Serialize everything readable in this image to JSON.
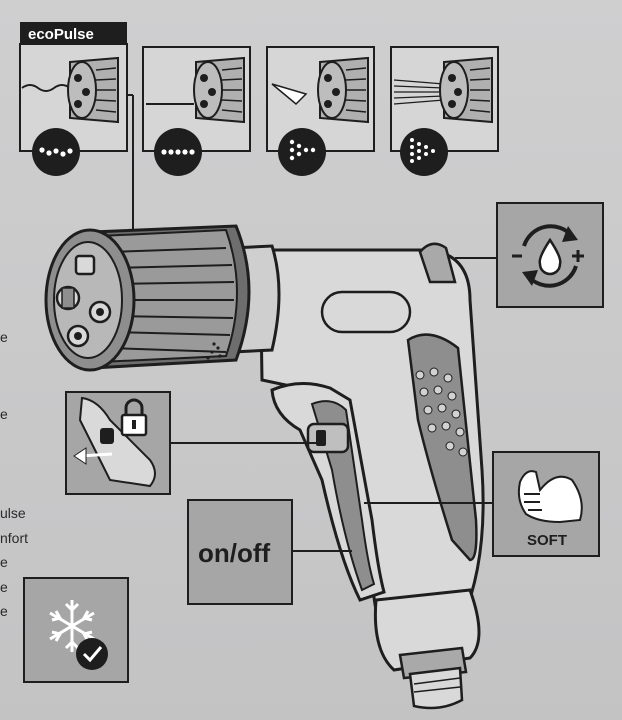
{
  "brand_tag": "ecoPulse",
  "onoff_label": "on/off",
  "soft_label": "SOFT",
  "side_text": [
    "e",
    "e",
    "ulse",
    "nfort",
    "e",
    "e",
    "e"
  ],
  "colors": {
    "background": "#c9c9ca",
    "outline": "#1e1e1e",
    "panel": "#a6a6a7",
    "grip": "#8e8e8f",
    "white": "#ffffff"
  },
  "icons": {
    "spray_modes": [
      "jet-dots-icon",
      "line-dots-icon",
      "cone-spray-icon",
      "shower-cone-icon"
    ],
    "flow_adjust": "water-drop-adjust-icon",
    "lock": "padlock-icon",
    "frost": "snowflake-check-icon",
    "soft": "thumb-hand-icon"
  }
}
